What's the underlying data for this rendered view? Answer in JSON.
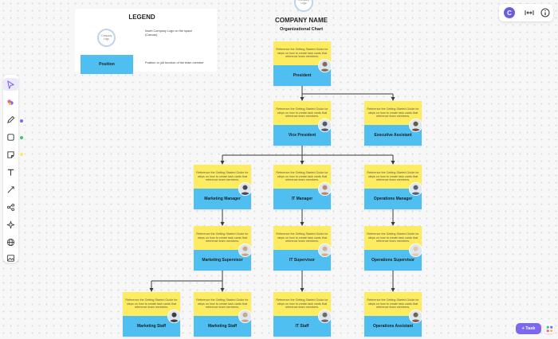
{
  "header": {
    "company_logo_text": "Company Logo",
    "company_name": "COMPANY NAME",
    "chart_title": "Organizational Chart"
  },
  "legend": {
    "title": "LEGEND",
    "logo_text": "Company Logo",
    "logo_description": "Insert Company Logo on the space (Canvas)",
    "position_label": "Position",
    "position_description": "Position or job function of the team member"
  },
  "card_note": "Reference the Getting Started Guide for steps on how to create task cards that reference team members.",
  "cards": [
    {
      "title": "President",
      "photo_color": "#8a6a55"
    },
    {
      "title": "Vice President",
      "photo_color": "#5a5a62"
    },
    {
      "title": "Executive Assistant",
      "photo_color": "#6e5646"
    },
    {
      "title": "Marketing Manager",
      "photo_color": "#4a4a50"
    },
    {
      "title": "IT Manager",
      "photo_color": "#b88a70"
    },
    {
      "title": "Operations Manager",
      "photo_color": "#55647a"
    },
    {
      "title": "Marketing Supervisor",
      "photo_color": "#c9a58a"
    },
    {
      "title": "IT Supervisor",
      "photo_color": "#d6b08c"
    },
    {
      "title": "Operations Supervisor",
      "photo_color": "#e2c6b2"
    },
    {
      "title": "Marketing Staff",
      "photo_color": "#3e3e44"
    },
    {
      "title": "Marketing Staff",
      "photo_color": "#c8a68c"
    },
    {
      "title": "IT Staff",
      "photo_color": "#6e6a68"
    },
    {
      "title": "Operations Assistant",
      "photo_color": "#7a5e4e"
    }
  ],
  "topbar": {
    "avatar_initial": "C",
    "avatar_color": "#6b5ce7"
  },
  "task_button": {
    "label": "+ Task",
    "color": "#7b68ee"
  },
  "toolbar_dots": [
    "#7b68ee",
    "#2ecc71",
    "#fdeb60"
  ],
  "colors": {
    "card_note_bg": "#fdeb60",
    "card_title_bg": "#4fbff2",
    "connector": "#3a3a3a"
  }
}
